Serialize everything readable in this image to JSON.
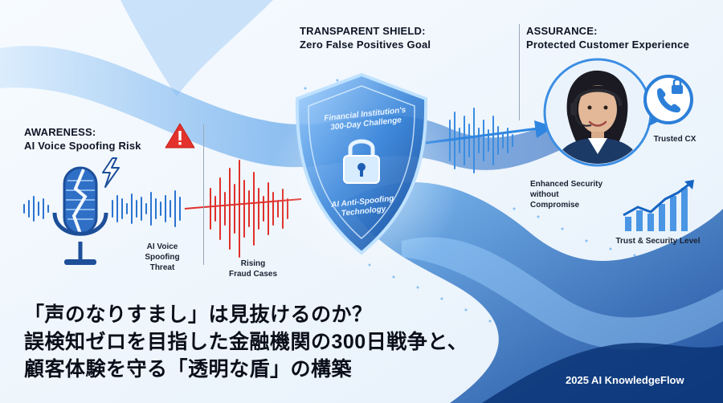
{
  "awareness": {
    "title": "AWARENESS:",
    "subtitle": "AI Voice Spoofing Risk",
    "threat_label": [
      "AI Voice",
      "Spoofing",
      "Threat"
    ],
    "fraud_label": [
      "Rising",
      "Fraud Cases"
    ]
  },
  "shield": {
    "title": "TRANSPARENT SHIELD:",
    "subtitle": "Zero False Positives Goal",
    "challenge": [
      "Financial Institution's",
      "300-Day Challenge"
    ],
    "technology": [
      "AI Anti-Spoofing",
      "Technology"
    ]
  },
  "assurance": {
    "title": "ASSURANCE:",
    "subtitle": "Protected Customer Experience",
    "trusted_cx": "Trusted CX",
    "enhanced": [
      "Enhanced Security",
      "without",
      "Compromise"
    ],
    "trust_level": "Trust & Security Level"
  },
  "headline": {
    "line1": "「声のなりすまし」は見抜けるのか？",
    "line2": "誤検知ゼロを目指した金融機関の300日戦争と、",
    "line3": "顧客体験を守る「透明な盾」の構築"
  },
  "footer": "2025 AI KnowledgeFlow",
  "colors": {
    "accent": "#1f78d8",
    "threat": "#e0302a",
    "dark_text": "#0b0f1a"
  },
  "icons": [
    "warning-icon",
    "broken-microphone-icon",
    "lightning-icon",
    "padlock-icon",
    "phone-lock-icon",
    "trend-chart-icon",
    "agent-avatar"
  ]
}
